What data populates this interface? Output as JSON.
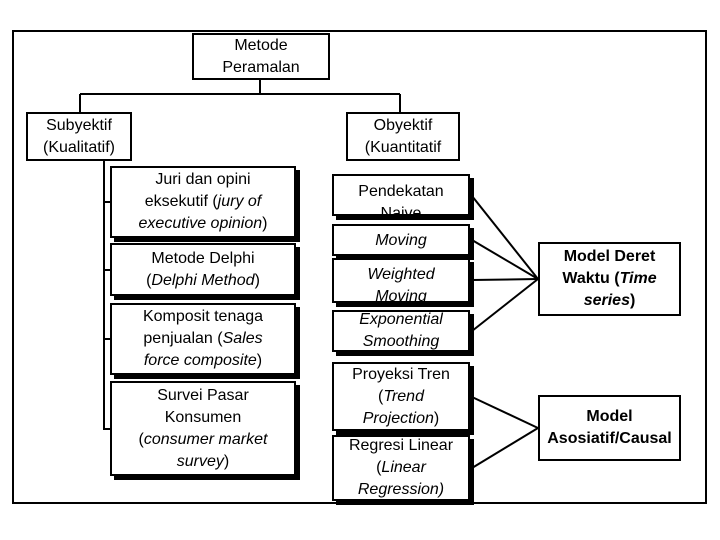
{
  "root": {
    "label": "Metode\nPeramalan"
  },
  "subyektif": {
    "header": "Subyektif\n(Kualitatif)",
    "items": [
      {
        "parts": [
          [
            "Juri dan opini\neksekutif (",
            ""
          ],
          [
            "jury of\nexecutive opinion",
            "it"
          ],
          [
            ")",
            ""
          ]
        ]
      },
      {
        "parts": [
          [
            "Metode Delphi\n(",
            ""
          ],
          [
            "Delphi Method",
            "it"
          ],
          [
            ")",
            ""
          ]
        ]
      },
      {
        "parts": [
          [
            "Komposit tenaga\npenjualan (",
            ""
          ],
          [
            "Sales\nforce composite",
            "it"
          ],
          [
            ")",
            ""
          ]
        ]
      },
      {
        "parts": [
          [
            "Survei Pasar\nKonsumen\n(",
            ""
          ],
          [
            "consumer market\nsurvey",
            "it"
          ],
          [
            ")",
            ""
          ]
        ]
      }
    ]
  },
  "obyektif": {
    "header": "Obyektif\n(Kuantitatif",
    "items": [
      {
        "parts": [
          [
            "Pendekatan\nNaive",
            ""
          ]
        ]
      },
      {
        "parts": [
          [
            "Moving\nAverage",
            "it"
          ]
        ]
      },
      {
        "parts": [
          [
            "Weighted\nMoving",
            "it"
          ]
        ]
      },
      {
        "parts": [
          [
            "Exponential\nSmoothing",
            "it"
          ]
        ]
      },
      {
        "parts": [
          [
            "Proyeksi Tren\n(",
            ""
          ],
          [
            "Trend\nProjection",
            "it"
          ],
          [
            ")",
            ""
          ]
        ]
      },
      {
        "parts": [
          [
            "Regresi Linear\n(",
            ""
          ],
          [
            "Linear\nRegression)",
            "it"
          ]
        ]
      }
    ]
  },
  "models": {
    "time_series": {
      "parts": [
        [
          "Model Deret\nWaktu (",
          "bold"
        ],
        [
          "Time\nseries",
          "bold it"
        ],
        [
          ")",
          "bold"
        ]
      ]
    },
    "associative": {
      "parts": [
        [
          "Model\nAsosiatif/Causal",
          "bold"
        ]
      ]
    }
  }
}
